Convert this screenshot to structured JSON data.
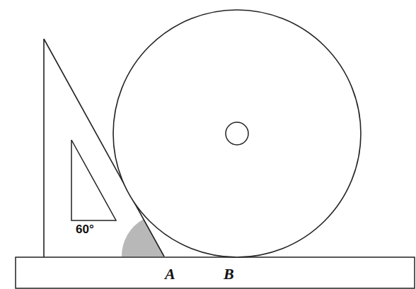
{
  "diagram": {
    "labels": [
      "60°",
      "A",
      "B"
    ]
  }
}
